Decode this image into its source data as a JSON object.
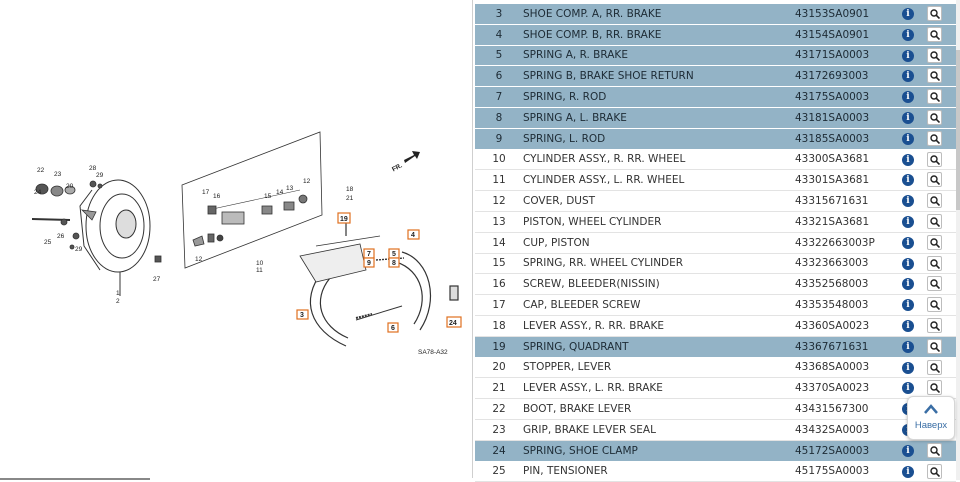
{
  "diagram": {
    "direction_label": "FR.",
    "drawing_code": "SA78-A32",
    "labels": [
      "22",
      "23",
      "20",
      "28",
      "29",
      "24",
      "26",
      "25",
      "27",
      "29",
      "2",
      "1",
      "17",
      "16",
      "15",
      "14",
      "13",
      "12",
      "12",
      "10",
      "11",
      "18",
      "21",
      "5",
      "7",
      "9",
      "8",
      "3",
      "4",
      "6",
      "24",
      "19"
    ],
    "callouts": [
      "19",
      "7",
      "9",
      "5",
      "8",
      "4",
      "3",
      "6",
      "24"
    ]
  },
  "parts": [
    {
      "num": "3",
      "name": "SHOE COMP. A, RR. BRAKE",
      "code": "43153SA0901",
      "highlighted": true
    },
    {
      "num": "4",
      "name": "SHOE COMP. B, RR. BRAKE",
      "code": "43154SA0901",
      "highlighted": true
    },
    {
      "num": "5",
      "name": "SPRING A, R. BRAKE",
      "code": "43171SA0003",
      "highlighted": true
    },
    {
      "num": "6",
      "name": "SPRING B, BRAKE SHOE RETURN",
      "code": "43172693003",
      "highlighted": true
    },
    {
      "num": "7",
      "name": "SPRING, R. ROD",
      "code": "43175SA0003",
      "highlighted": true
    },
    {
      "num": "8",
      "name": "SPRING A, L. BRAKE",
      "code": "43181SA0003",
      "highlighted": true
    },
    {
      "num": "9",
      "name": "SPRING, L. ROD",
      "code": "43185SA0003",
      "highlighted": true
    },
    {
      "num": "10",
      "name": "CYLINDER ASSY., R. RR. WHEEL",
      "code": "43300SA3681",
      "highlighted": false
    },
    {
      "num": "11",
      "name": "CYLINDER ASSY., L. RR. WHEEL",
      "code": "43301SA3681",
      "highlighted": false
    },
    {
      "num": "12",
      "name": "COVER, DUST",
      "code": "43315671631",
      "highlighted": false
    },
    {
      "num": "13",
      "name": "PISTON, WHEEL CYLINDER",
      "code": "43321SA3681",
      "highlighted": false
    },
    {
      "num": "14",
      "name": "CUP, PISTON",
      "code": "43322663003P",
      "highlighted": false
    },
    {
      "num": "15",
      "name": "SPRING, RR. WHEEL CYLINDER",
      "code": "43323663003",
      "highlighted": false
    },
    {
      "num": "16",
      "name": "SCREW, BLEEDER(NISSIN)",
      "code": "43352568003",
      "highlighted": false
    },
    {
      "num": "17",
      "name": "CAP, BLEEDER SCREW",
      "code": "43353548003",
      "highlighted": false
    },
    {
      "num": "18",
      "name": "LEVER ASSY., R. RR. BRAKE",
      "code": "43360SA0023",
      "highlighted": false
    },
    {
      "num": "19",
      "name": "SPRING, QUADRANT",
      "code": "43367671631",
      "highlighted": true
    },
    {
      "num": "20",
      "name": "STOPPER, LEVER",
      "code": "43368SA0003",
      "highlighted": false
    },
    {
      "num": "21",
      "name": "LEVER ASSY., L. RR. BRAKE",
      "code": "43370SA0023",
      "highlighted": false
    },
    {
      "num": "22",
      "name": "BOOT, BRAKE LEVER",
      "code": "43431567300",
      "highlighted": false
    },
    {
      "num": "23",
      "name": "GRIP, BRAKE LEVER SEAL",
      "code": "43432SA0003",
      "highlighted": false
    },
    {
      "num": "24",
      "name": "SPRING, SHOE CLAMP",
      "code": "45172SA0003",
      "highlighted": true
    },
    {
      "num": "25",
      "name": "PIN, TENSIONER",
      "code": "45175SA0003",
      "highlighted": false
    }
  ],
  "icons": {
    "info": "info-icon",
    "search": "search-icon",
    "back_to_top": "chevron-up-icon"
  },
  "back_to_top": {
    "label": "Наверх"
  },
  "colors": {
    "highlight": "#93b3c6",
    "info": "#1a4f91",
    "callout": "#e07020",
    "link": "#3a6ea5"
  }
}
